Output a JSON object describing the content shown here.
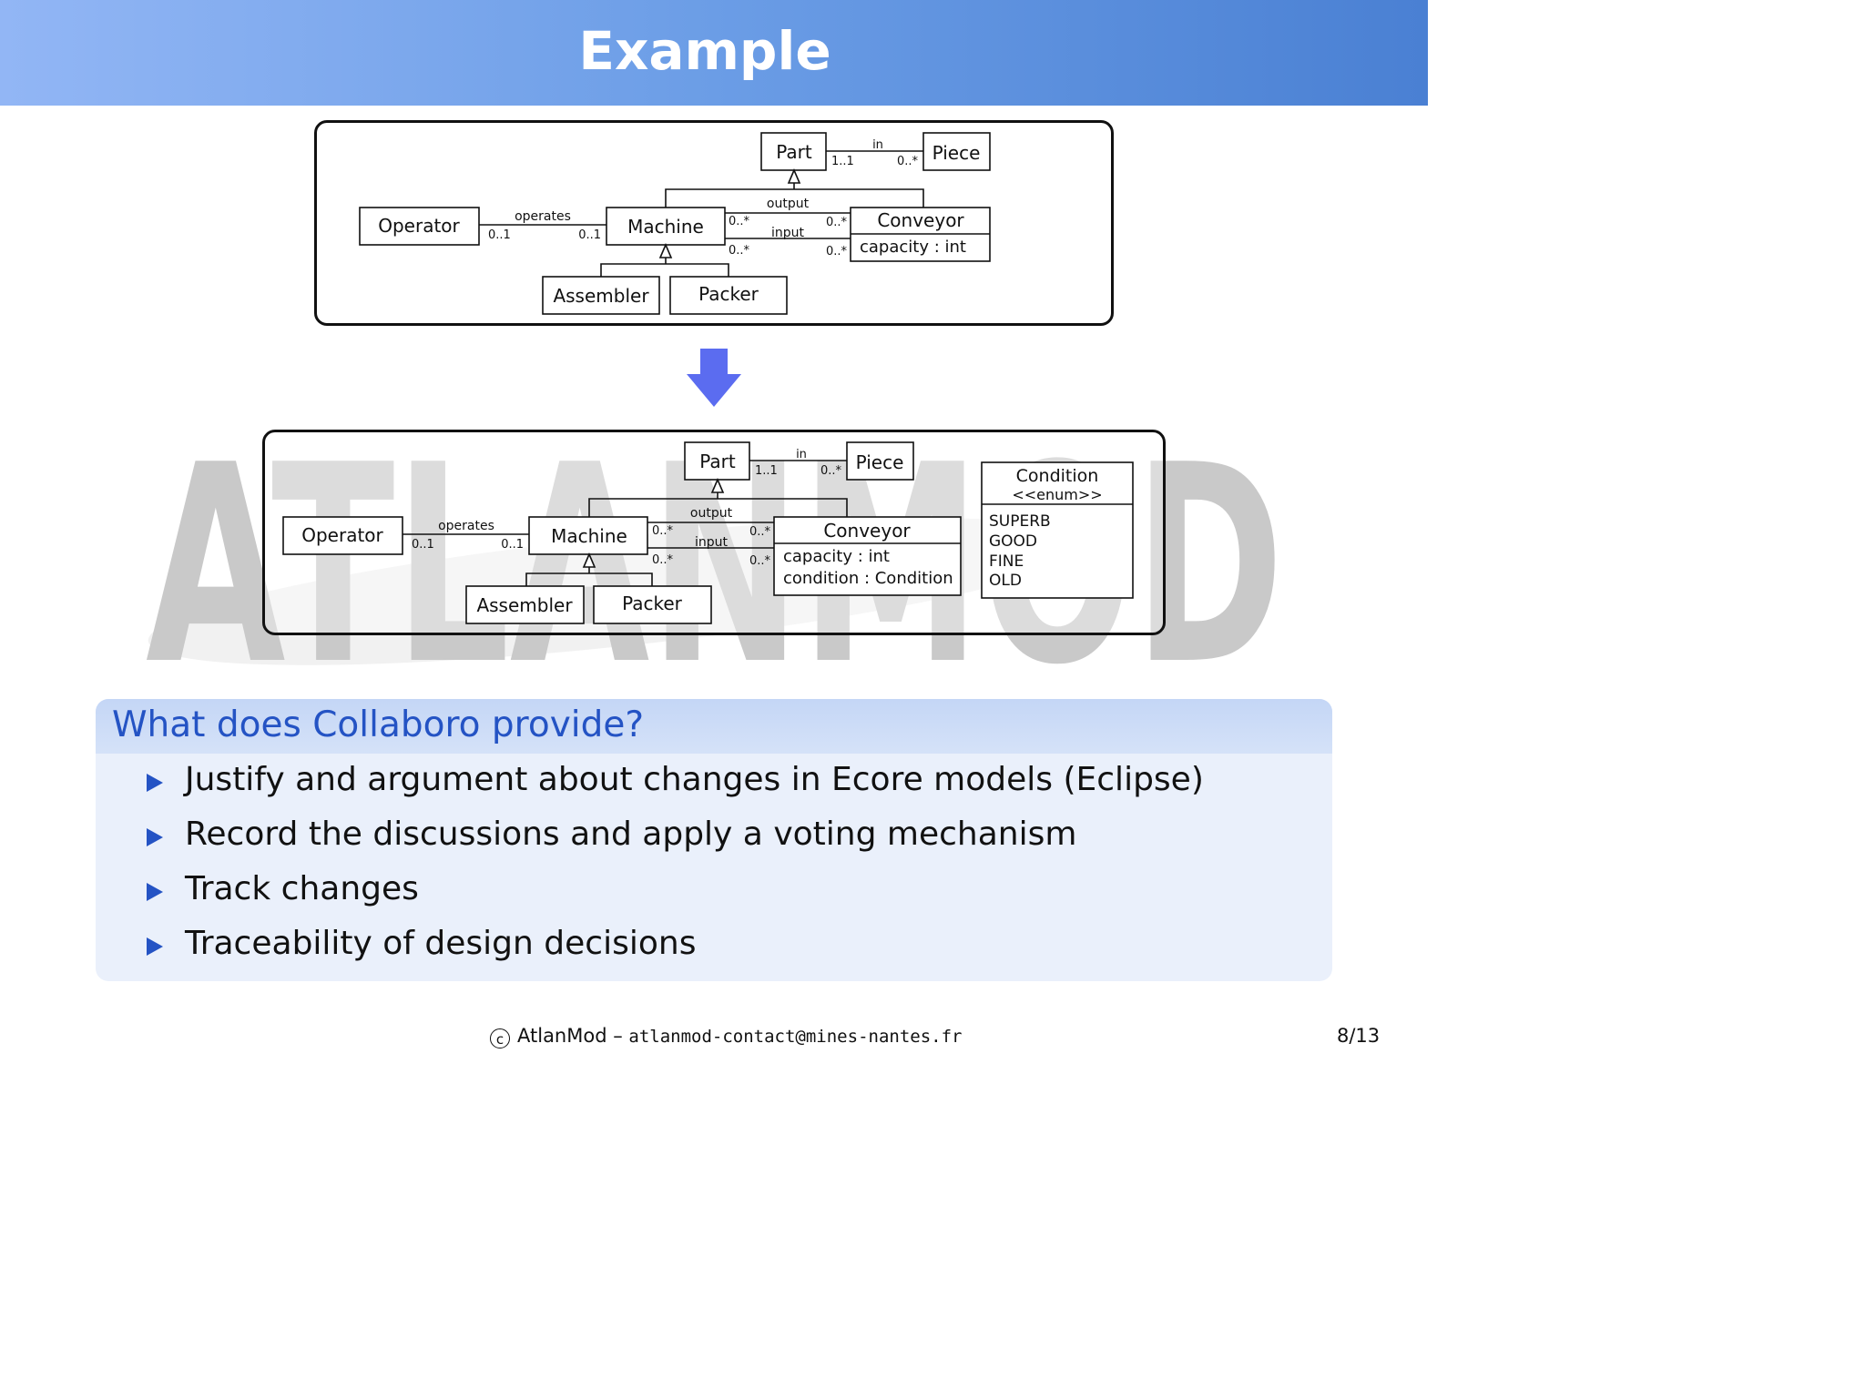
{
  "slide": {
    "title": "Example"
  },
  "watermark": {
    "text": "ATLANMOD"
  },
  "diagram_top": {
    "classes": {
      "operator": "Operator",
      "machine": "Machine",
      "part": "Part",
      "piece": "Piece",
      "conveyor": "Conveyor",
      "conveyor_attr1": "capacity : int",
      "assembler": "Assembler",
      "packer": "Packer"
    },
    "labels": {
      "in": "in",
      "part_mult": "1..1",
      "piece_mult": "0..*",
      "operates": "operates",
      "op_mult_left": "0..1",
      "op_mult_right": "0..1",
      "output": "output",
      "input": "input",
      "m_out": "0..*",
      "c_out": "0..*",
      "m_in": "0..*",
      "c_in": "0..*"
    }
  },
  "diagram_bottom": {
    "classes": {
      "operator": "Operator",
      "machine": "Machine",
      "part": "Part",
      "piece": "Piece",
      "conveyor": "Conveyor",
      "conveyor_attr1": "capacity : int",
      "conveyor_attr2": "condition : Condition",
      "assembler": "Assembler",
      "packer": "Packer"
    },
    "labels": {
      "in": "in",
      "part_mult": "1..1",
      "piece_mult": "0..*",
      "operates": "operates",
      "op_mult_left": "0..1",
      "op_mult_right": "0..1",
      "output": "output",
      "input": "input",
      "m_out": "0..*",
      "c_out": "0..*",
      "m_in": "0..*",
      "c_in": "0..*"
    },
    "enum": {
      "name": "Condition",
      "stereotype": "<<enum>>",
      "literals": [
        "SUPERB",
        "GOOD",
        "FINE",
        "OLD"
      ]
    }
  },
  "block": {
    "title": "What does Collaboro provide?",
    "items": [
      "Justify and argument about changes in Ecore models (Eclipse)",
      "Record the discussions and apply a voting mechanism",
      "Track changes",
      "Traceability of design decisions"
    ]
  },
  "footer": {
    "copyright_symbol": "c",
    "org": "AtlanMod –",
    "email": "atlanmod-contact@mines-nantes.fr",
    "page": "8/13"
  },
  "colors": {
    "header": "#6b9de6",
    "accent": "#2453c4",
    "arrow": "#5b6cf0"
  }
}
